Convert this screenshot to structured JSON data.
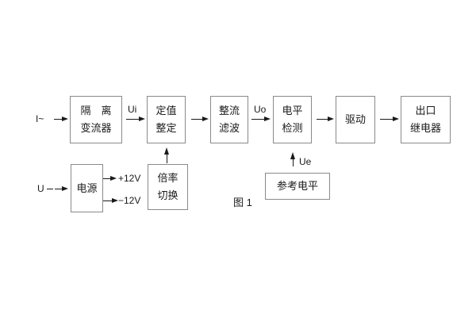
{
  "figure": {
    "caption": "图 1",
    "type": "block-diagram"
  },
  "colors": {
    "background": "#ffffff",
    "box_border": "#8a8a8a",
    "line": "#1a1a1a",
    "text": "#1a1a1a"
  },
  "labels": {
    "input_current": "I~",
    "input_voltage": "U",
    "ui": "Ui",
    "uo": "Uo",
    "ue": "Ue",
    "plus_12v": "+12V",
    "minus_12v": "−12V"
  },
  "blocks": {
    "isolation": {
      "line1": "隔　离",
      "line2": "变流器"
    },
    "setting": {
      "line1": "定值",
      "line2": "整定"
    },
    "rectifier": {
      "line1": "整流",
      "line2": "滤波"
    },
    "level": {
      "line1": "电平",
      "line2": "检测"
    },
    "drive": {
      "line1": "驱动"
    },
    "relay": {
      "line1": "出口",
      "line2": "继电器"
    },
    "power": {
      "line1": "电源"
    },
    "ratio": {
      "line1": "倍率",
      "line2": "切换"
    },
    "reference": {
      "line1": "参考电平"
    }
  }
}
